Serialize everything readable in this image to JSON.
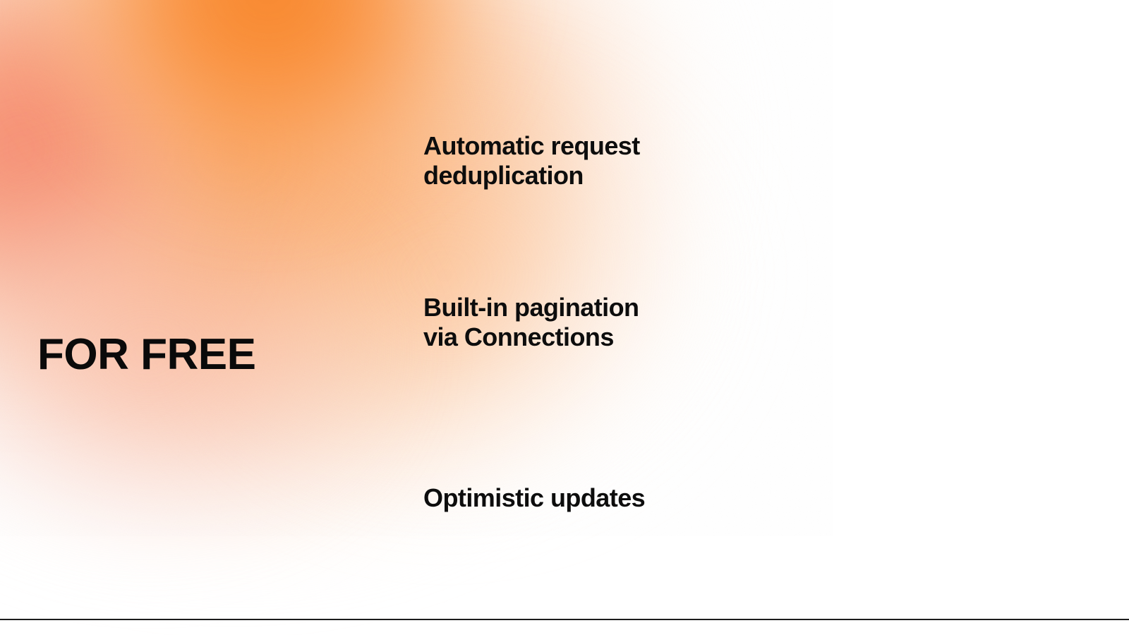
{
  "slide": {
    "headline": "FOR FREE",
    "features": [
      {
        "text": "Automatic request\ndeduplication"
      },
      {
        "text": "Built-in pagination\nvia Connections"
      },
      {
        "text": "Optimistic updates"
      }
    ]
  },
  "colors": {
    "background": "#ffffff",
    "text": "#0a0a0a",
    "rule": "#1c1c1c",
    "gradient_orange": "#fa8e3a",
    "gradient_coral": "#f5876e",
    "gradient_salmon": "#f2946d",
    "gradient_peach": "#fdcba3",
    "gradient_pink": "#fac4ba"
  }
}
